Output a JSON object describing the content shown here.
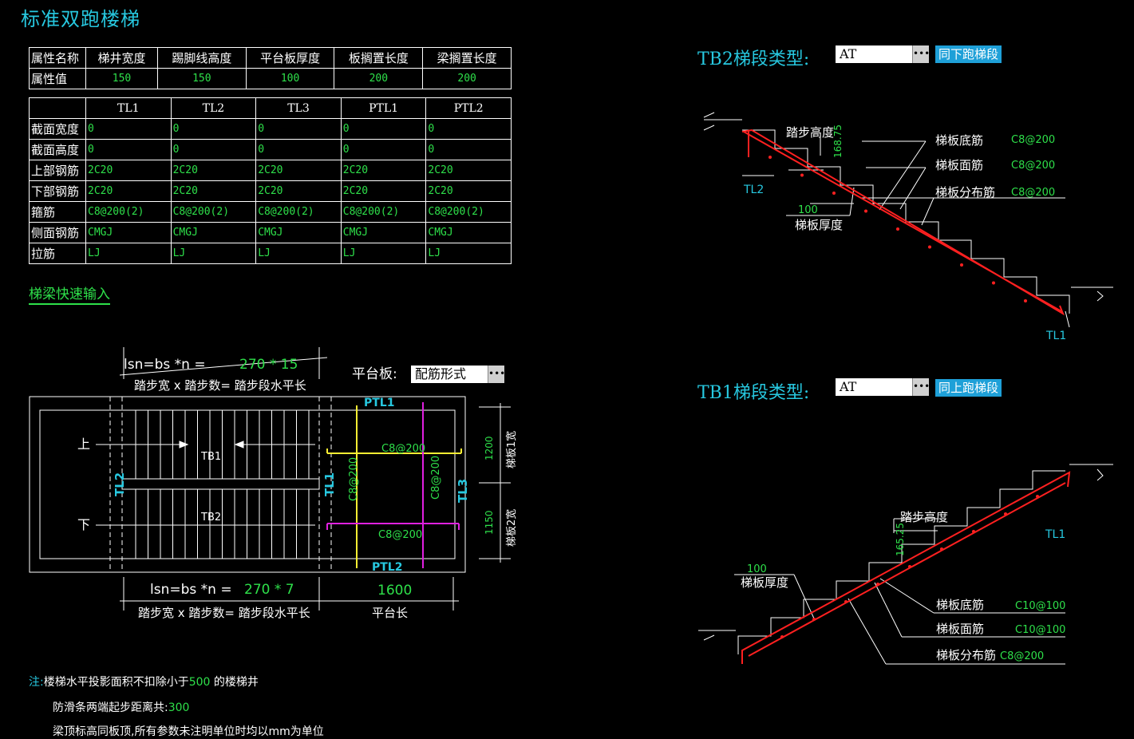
{
  "title": "标准双跑楼梯",
  "props": {
    "headers": [
      "属性名称",
      "梯井宽度",
      "踢脚线高度",
      "平台板厚度",
      "板搁置长度",
      "梁搁置长度"
    ],
    "row_label": "属性值",
    "values": [
      "150",
      "150",
      "100",
      "200",
      "200"
    ]
  },
  "beams": {
    "columns": [
      "TL1",
      "TL2",
      "TL3",
      "PTL1",
      "PTL2"
    ],
    "rows": [
      {
        "label": "截面宽度",
        "values": [
          "0",
          "0",
          "0",
          "0",
          "0"
        ]
      },
      {
        "label": "截面高度",
        "values": [
          "0",
          "0",
          "0",
          "0",
          "0"
        ]
      },
      {
        "label": "上部钢筋",
        "values": [
          "2C20",
          "2C20",
          "2C20",
          "2C20",
          "2C20"
        ]
      },
      {
        "label": "下部钢筋",
        "values": [
          "2C20",
          "2C20",
          "2C20",
          "2C20",
          "2C20"
        ]
      },
      {
        "label": "箍筋",
        "values": [
          "C8@200(2)",
          "C8@200(2)",
          "C8@200(2)",
          "C8@200(2)",
          "C8@200(2)"
        ]
      },
      {
        "label": "侧面钢筋",
        "values": [
          "CMGJ",
          "CMGJ",
          "CMGJ",
          "CMGJ",
          "CMGJ"
        ]
      },
      {
        "label": "拉筋",
        "values": [
          "LJ",
          "LJ",
          "LJ",
          "LJ",
          "LJ"
        ]
      }
    ]
  },
  "quick_input": "梯梁快速输入",
  "plan": {
    "lsn_top": {
      "formula": "lsn=bs *n =",
      "value": "270 * 15",
      "desc": "踏步宽 x 踏步数= 踏步段水平长"
    },
    "lsn_bottom": {
      "formula": "lsn=bs *n =",
      "value": "270 * 7",
      "desc": "踏步宽 x 踏步数= 踏步段水平长"
    },
    "platform_label": "平台板:",
    "platform_value": "配筋形式",
    "platform_len_value": "1600",
    "platform_len_label": "平台长",
    "up": "上",
    "down": "下",
    "tb1": "TB1",
    "tb2": "TB2",
    "tl1": "TL1",
    "tl2": "TL2",
    "tl3": "TL3",
    "ptl1": "PTL1",
    "ptl2": "PTL2",
    "rebar_h1": "C8@200",
    "rebar_h2": "C8@200",
    "rebar_v1": "C8@200",
    "rebar_v2": "C8@200",
    "w1_value": "1200",
    "w1_label": "梯板1宽",
    "w2_value": "1150",
    "w2_label": "梯板2宽"
  },
  "tb2": {
    "label": "TB2梯段类型:",
    "type": "AT",
    "button": "同下跑梯段",
    "step_h_label": "踏步高度",
    "step_h_value": "168.75",
    "thick_value": "100",
    "thick_label": "梯板厚度",
    "bottom_label": "梯板底筋",
    "bottom_value": "C8@200",
    "top_label": "梯板面筋",
    "top_value": "C8@200",
    "dist_label": "梯板分布筋",
    "dist_value": "C8@200",
    "tl_left": "TL2",
    "tl_right": "TL1"
  },
  "tb1": {
    "label": "TB1梯段类型:",
    "type": "AT",
    "button": "同上跑梯段",
    "step_h_label": "踏步高度",
    "step_h_value": "165.25",
    "thick_value": "100",
    "thick_label": "梯板厚度",
    "bottom_label": "梯板底筋",
    "bottom_value": "C10@100",
    "top_label": "梯板面筋",
    "top_value": "C10@100",
    "dist_label": "梯板分布筋",
    "dist_value": "C8@200",
    "tl_right": "TL1"
  },
  "notes": {
    "n1_prefix": "注:",
    "n1_text": "楼梯水平投影面积不扣除小于",
    "n1_value": "500",
    "n1_suffix": " 的楼梯井",
    "n2_text": "防滑条两端起步距离共:",
    "n2_value": "300",
    "n3_text": "梁顶标高同板顶,所有参数未注明单位时均以mm为单位"
  },
  "colors": {
    "cyan": "#27c8e0",
    "green": "#2ee04a",
    "red": "#ff2020",
    "yellow": "#ffee33",
    "magenta": "#e020e0"
  }
}
